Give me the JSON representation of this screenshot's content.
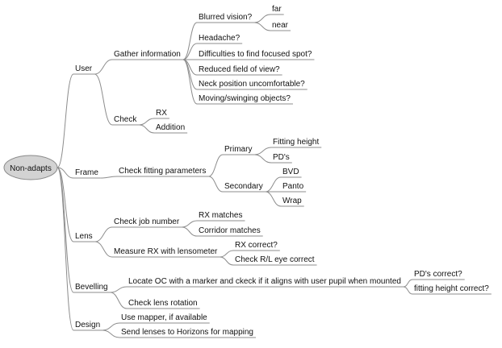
{
  "colors": {
    "line": "#8c8c8c",
    "root_fill": "#d3d3d3",
    "root_stroke": "#8a8a8a",
    "text": "#111111"
  },
  "root": "Non-adapts",
  "branches": {
    "user": {
      "label": "User",
      "gather": {
        "label": "Gather information",
        "blurred": {
          "label": "Blurred vision?",
          "far": "far",
          "near": "near"
        },
        "headache": "Headache?",
        "focused_spot": "Difficulties to find focused spot?",
        "field_of_view": "Reduced field of view?",
        "neck_position": "Neck position uncomfortable?",
        "moving_objects": "Moving/swinging objects?"
      },
      "check": {
        "label": "Check",
        "rx": "RX",
        "addition": "Addition"
      }
    },
    "frame": {
      "label": "Frame",
      "check_fitting": {
        "label": "Check fitting parameters",
        "primary": {
          "label": "Primary",
          "fitting_height": "Fitting height",
          "pds": "PD's"
        },
        "secondary": {
          "label": "Secondary",
          "bvd": "BVD",
          "panto": "Panto",
          "wrap": "Wrap"
        }
      }
    },
    "lens": {
      "label": "Lens",
      "check_job": {
        "label": "Check job number",
        "rx_matches": "RX matches",
        "corridor_matches": "Corridor matches"
      },
      "measure_rx": {
        "label": "Measure RX with lensometer",
        "rx_correct": "RX correct?",
        "rl_eye": "Check R/L eye correct"
      }
    },
    "bevelling": {
      "label": "Bevelling",
      "locate_oc": {
        "label": "Locate OC with a marker and ckeck if it aligns with user pupil when mounted",
        "pds_correct": "PD's correct?",
        "fitting_height_correct": "fitting height correct?"
      },
      "check_rotation": "Check lens rotation"
    },
    "design": {
      "label": "Design",
      "use_mapper": "Use mapper, if available",
      "send_lenses": "Send lenses to Horizons for mapping"
    }
  }
}
